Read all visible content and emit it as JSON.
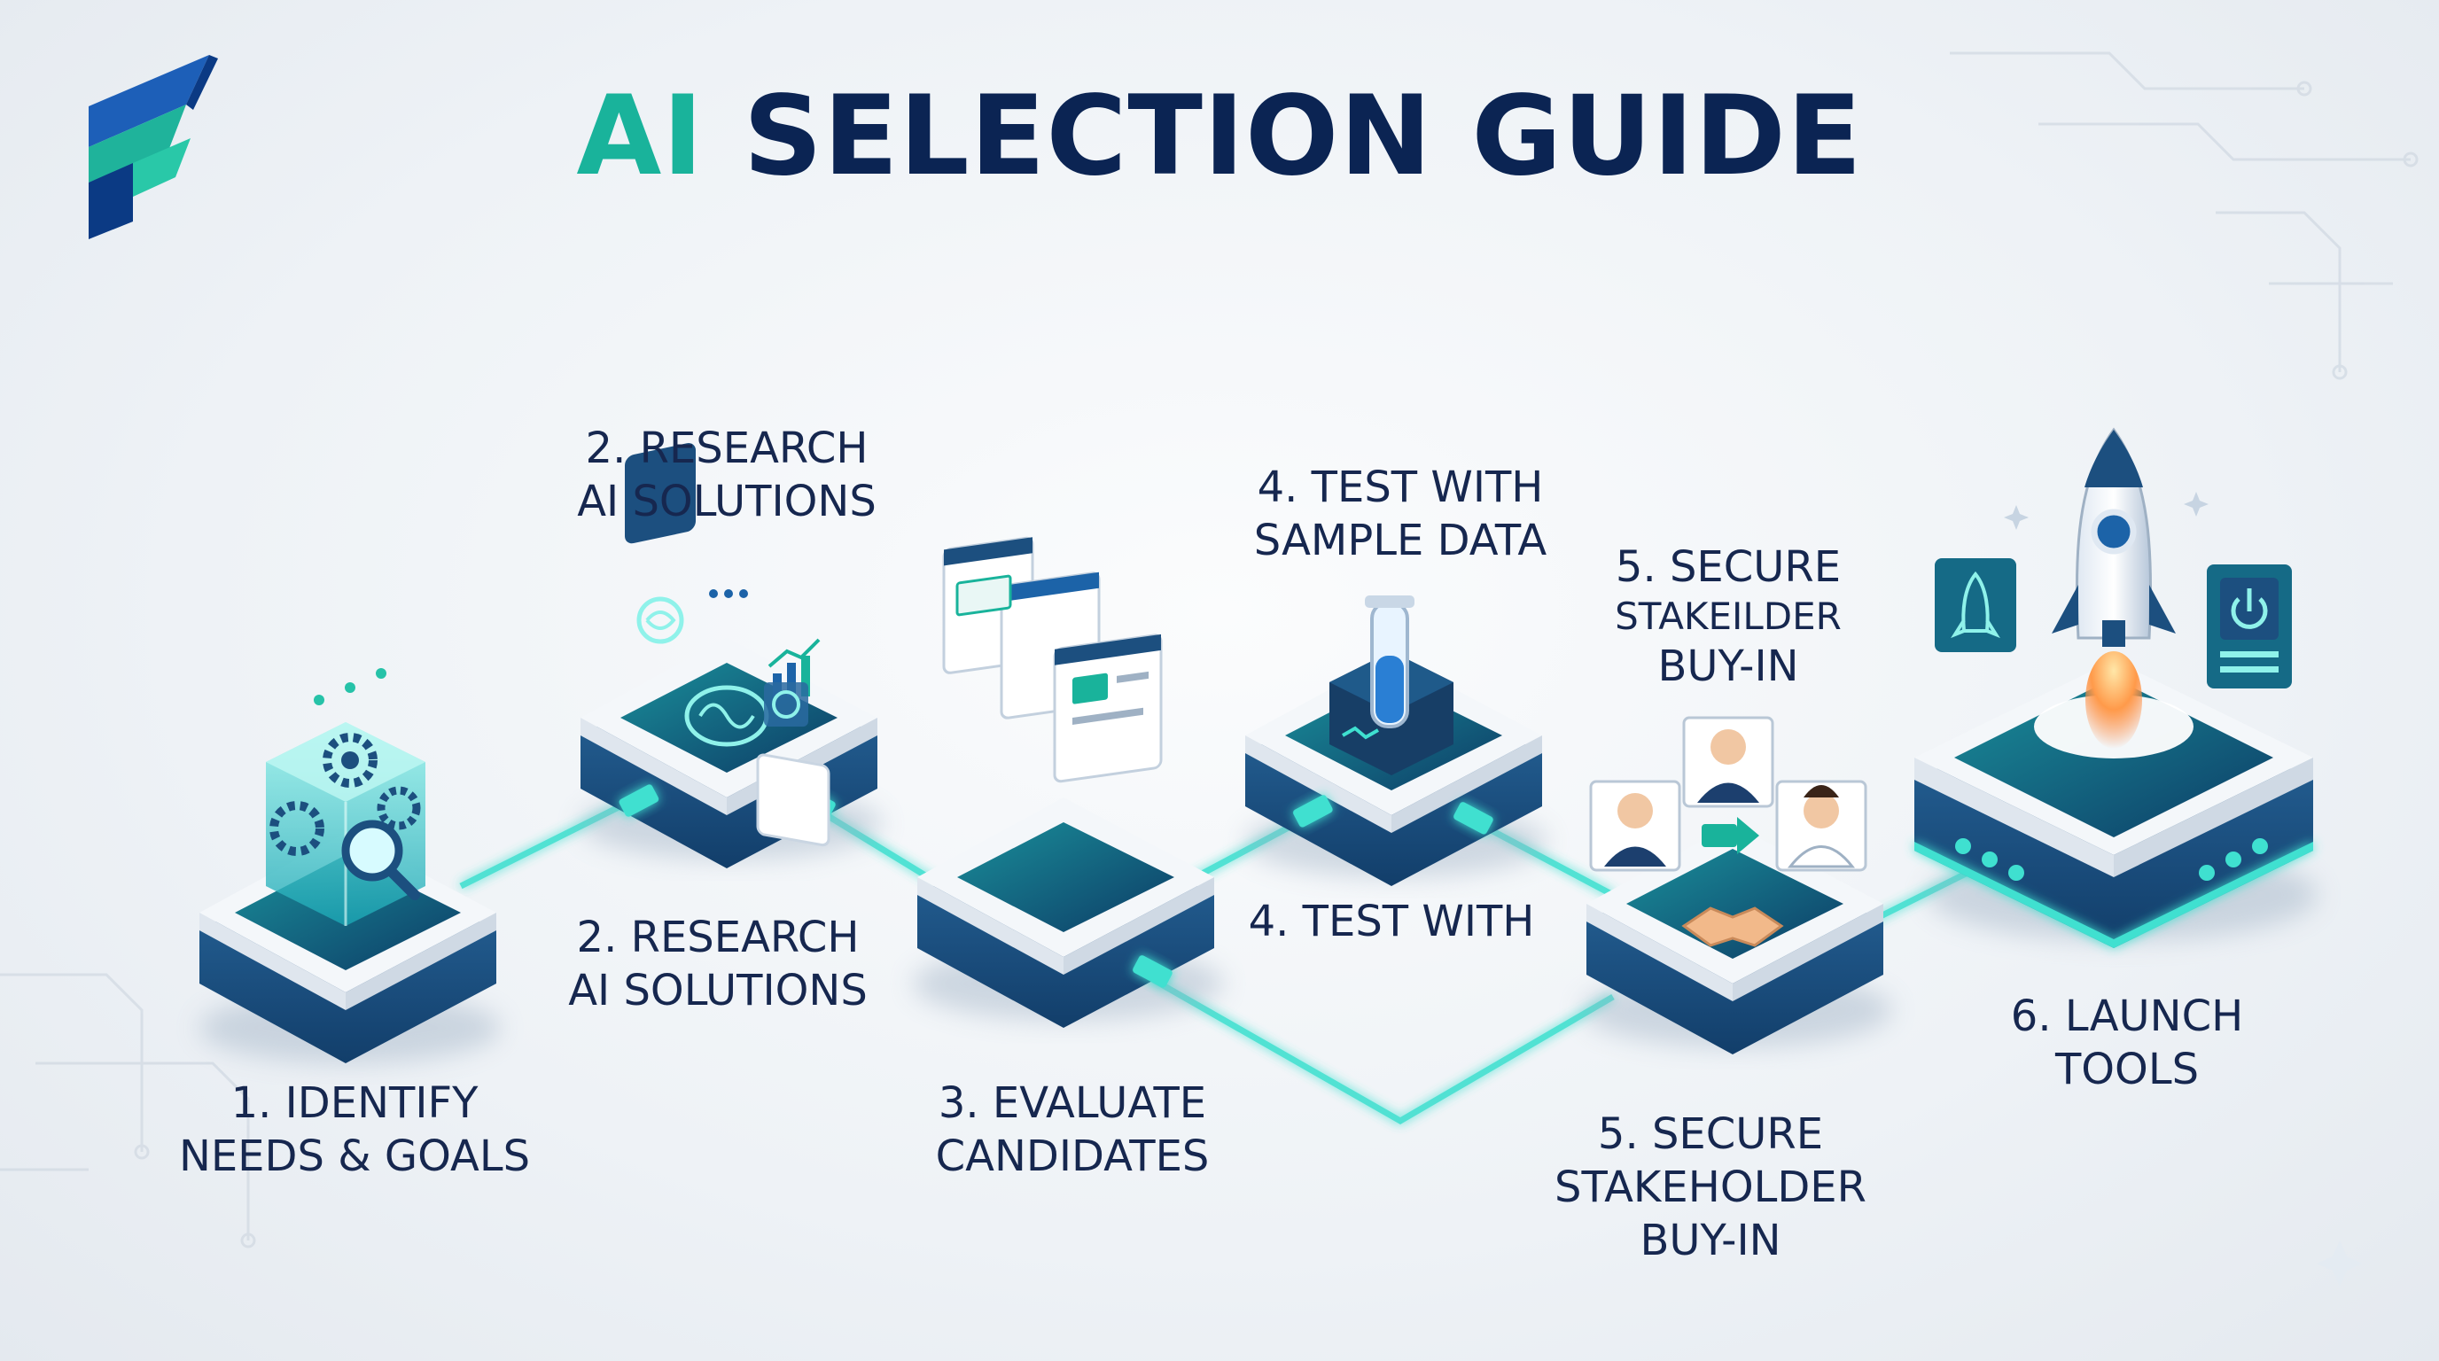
{
  "title": {
    "accent": "AI",
    "rest": " SELECTION GUIDE"
  },
  "colors": {
    "navy": "#0b2453",
    "teal": "#19b39b",
    "blue": "#1c63a8",
    "glow": "#3fe0d0",
    "platform_top": "#f4f7fa",
    "platform_side": "#1d4f7f"
  },
  "icons": [
    "brand-logo-icon",
    "gear-search-cube-icon",
    "brain-network-icon",
    "document-panels-icon",
    "test-tube-icon",
    "handshake-icon",
    "rocket-icon",
    "power-panel-icon"
  ],
  "steps": [
    {
      "id": "identify",
      "lines": [
        "1. IDENTIFY",
        "NEEDS & GOALS"
      ]
    },
    {
      "id": "research_top",
      "lines": [
        "2. RESEARCH",
        "AI SOLUTIONS"
      ]
    },
    {
      "id": "research_bottom",
      "lines": [
        "2. RESEARCH",
        "AI SOLUTIONS"
      ]
    },
    {
      "id": "evaluate",
      "lines": [
        "3. EVALUATE",
        "CANDIDATES"
      ]
    },
    {
      "id": "test_top",
      "lines": [
        "4. TEST WITH",
        "SAMPLE DATA"
      ]
    },
    {
      "id": "test_bottom",
      "lines": [
        "4. TEST WITH"
      ]
    },
    {
      "id": "secure_top",
      "lines": [
        "5. SECURE",
        "STAKEILDER",
        "BUY-IN"
      ]
    },
    {
      "id": "secure_bottom",
      "lines": [
        "5. SECURE",
        "STAKEHOLDER",
        "BUY-IN"
      ]
    },
    {
      "id": "launch",
      "lines": [
        "6. LAUNCH",
        "TOOLS"
      ]
    }
  ]
}
